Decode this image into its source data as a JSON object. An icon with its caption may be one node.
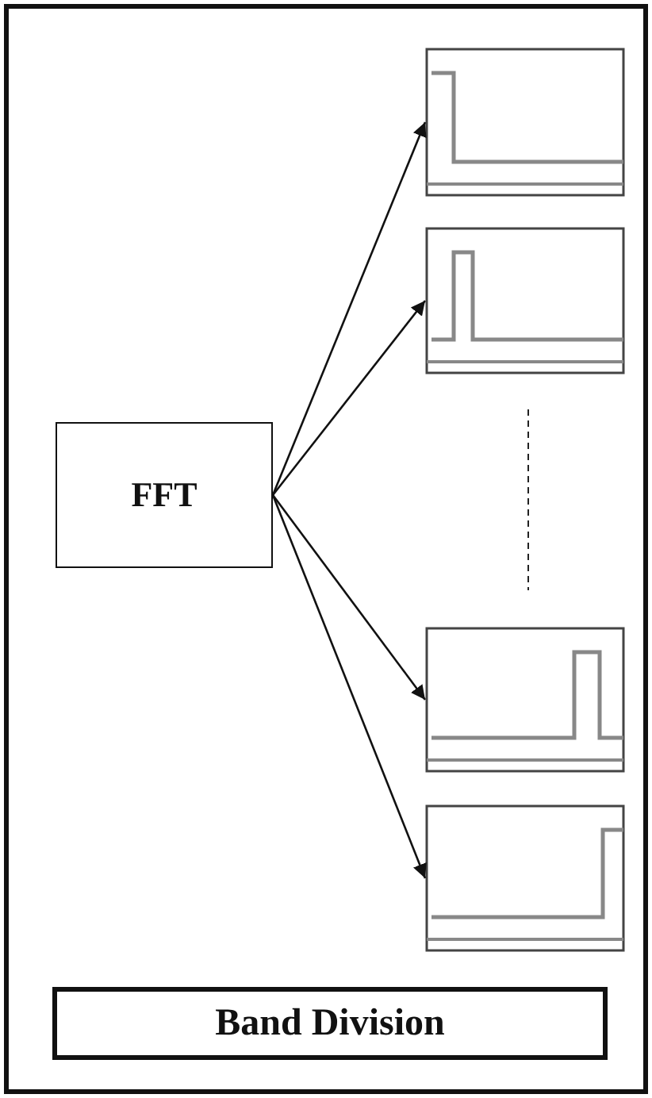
{
  "diagram": {
    "nodes": [
      {
        "text": [
          "FFT"
        ]
      },
      {
        "text": [],
        "shape": "box"
      },
      {
        "text": [],
        "shape": "box"
      },
      {
        "text": [],
        "shape": "box"
      },
      {
        "text": [],
        "shape": "box"
      },
      {
        "text": [
          "Band Division"
        ]
      }
    ],
    "edges": [
      {
        "from": 0,
        "to": 1,
        "arrow": "to"
      },
      {
        "from": 0,
        "to": 2,
        "arrow": "to"
      },
      {
        "from": 0,
        "to": 3,
        "arrow": "to"
      },
      {
        "from": 0,
        "to": 4,
        "arrow": "to"
      }
    ]
  }
}
